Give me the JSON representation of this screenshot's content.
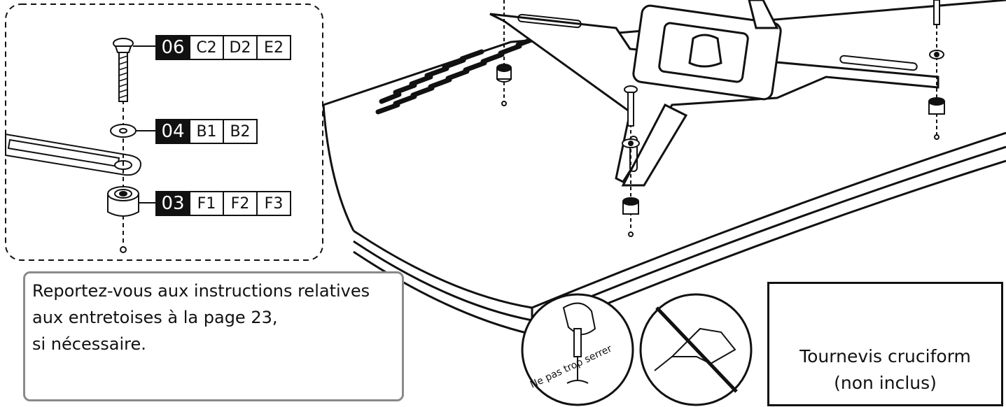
{
  "parts": [
    {
      "code": "06",
      "variants": [
        "C2",
        "D2",
        "E2"
      ]
    },
    {
      "code": "04",
      "variants": [
        "B1",
        "B2"
      ]
    },
    {
      "code": "03",
      "variants": [
        "F1",
        "F2",
        "F3"
      ]
    }
  ],
  "note": {
    "text": "Reportez-vous aux instructions relatives\naux entretoises à la page 23,\nsi nécessaire."
  },
  "torque_warning": "Ne pas trop serrer",
  "tool": {
    "name": "Tournevis cruciform",
    "note": "(non inclus)"
  },
  "colors": {
    "line": "#111111",
    "box_border": "#8a8a8a",
    "code_bg": "#111111"
  }
}
